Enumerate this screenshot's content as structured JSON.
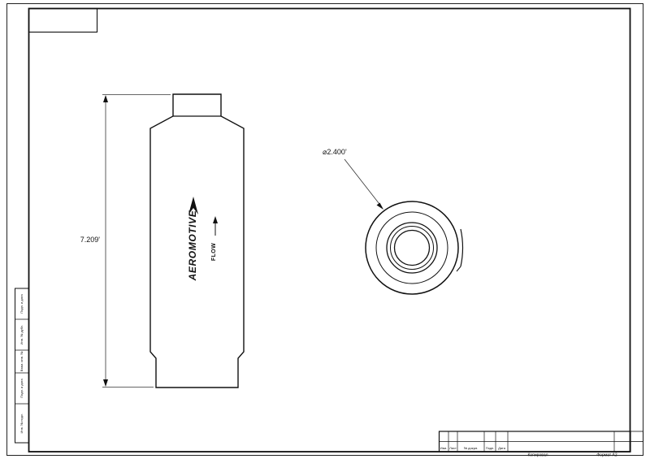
{
  "drawing": {
    "length_dim": "7.209'",
    "diameter_dim": "⌀2.400'",
    "logo": "AEROMOTIVE",
    "flow": "FLOW"
  },
  "title_block": {
    "cols": [
      "Изм.",
      "Лист",
      "№ докум.",
      "Подп.",
      "Дата"
    ],
    "copied": "Копировал",
    "format": "Формат А2"
  },
  "margin_strips": [
    "Подп. и дата",
    "Инв. № дубл.",
    "Взам. инв. №",
    "Подп. и дата",
    "Инв. № подл."
  ]
}
